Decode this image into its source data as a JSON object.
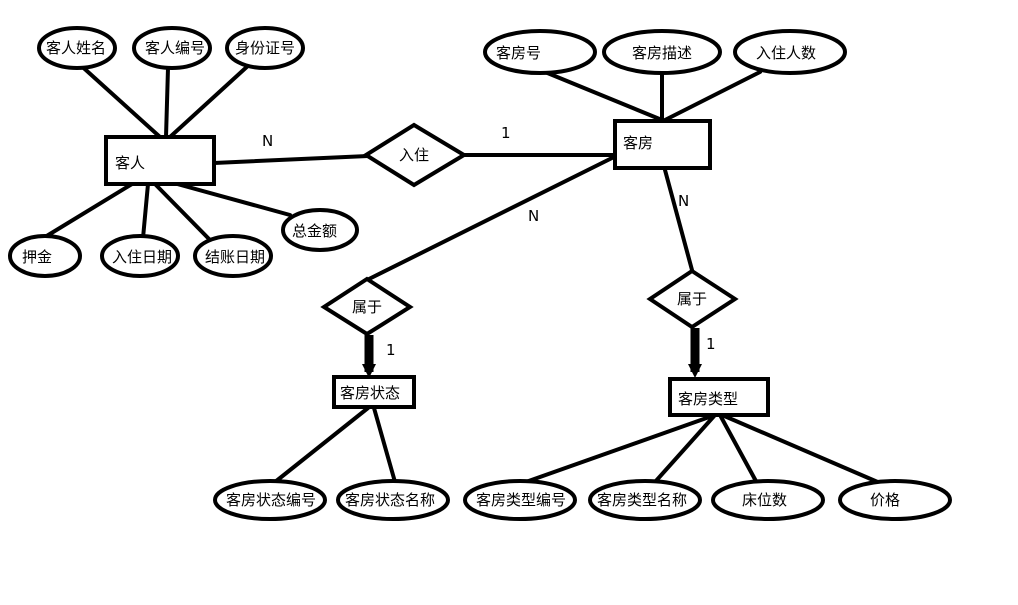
{
  "entities": {
    "guest": "客人",
    "room": "客房",
    "room_status": "客房状态",
    "room_type": "客房类型"
  },
  "relationships": {
    "stay": "入住",
    "belongs_status": "属于",
    "belongs_type": "属于"
  },
  "attributes": {
    "guest_name": "客人姓名",
    "guest_id": "客人编号",
    "id_card": "身份证号",
    "deposit": "押金",
    "checkin_date": "入住日期",
    "checkout_date": "结账日期",
    "total_amount": "总金额",
    "room_no": "客房号",
    "room_desc": "客房描述",
    "occupants": "入住人数",
    "status_no": "客房状态编号",
    "status_name": "客房状态名称",
    "type_no": "客房类型编号",
    "type_name": "客房类型名称",
    "bed_count": "床位数",
    "price": "价格"
  },
  "cardinalities": {
    "guest_stay": "N",
    "stay_room": "1",
    "room_status_side": "N",
    "status_side": "1",
    "room_type_side": "N",
    "type_side": "1"
  }
}
